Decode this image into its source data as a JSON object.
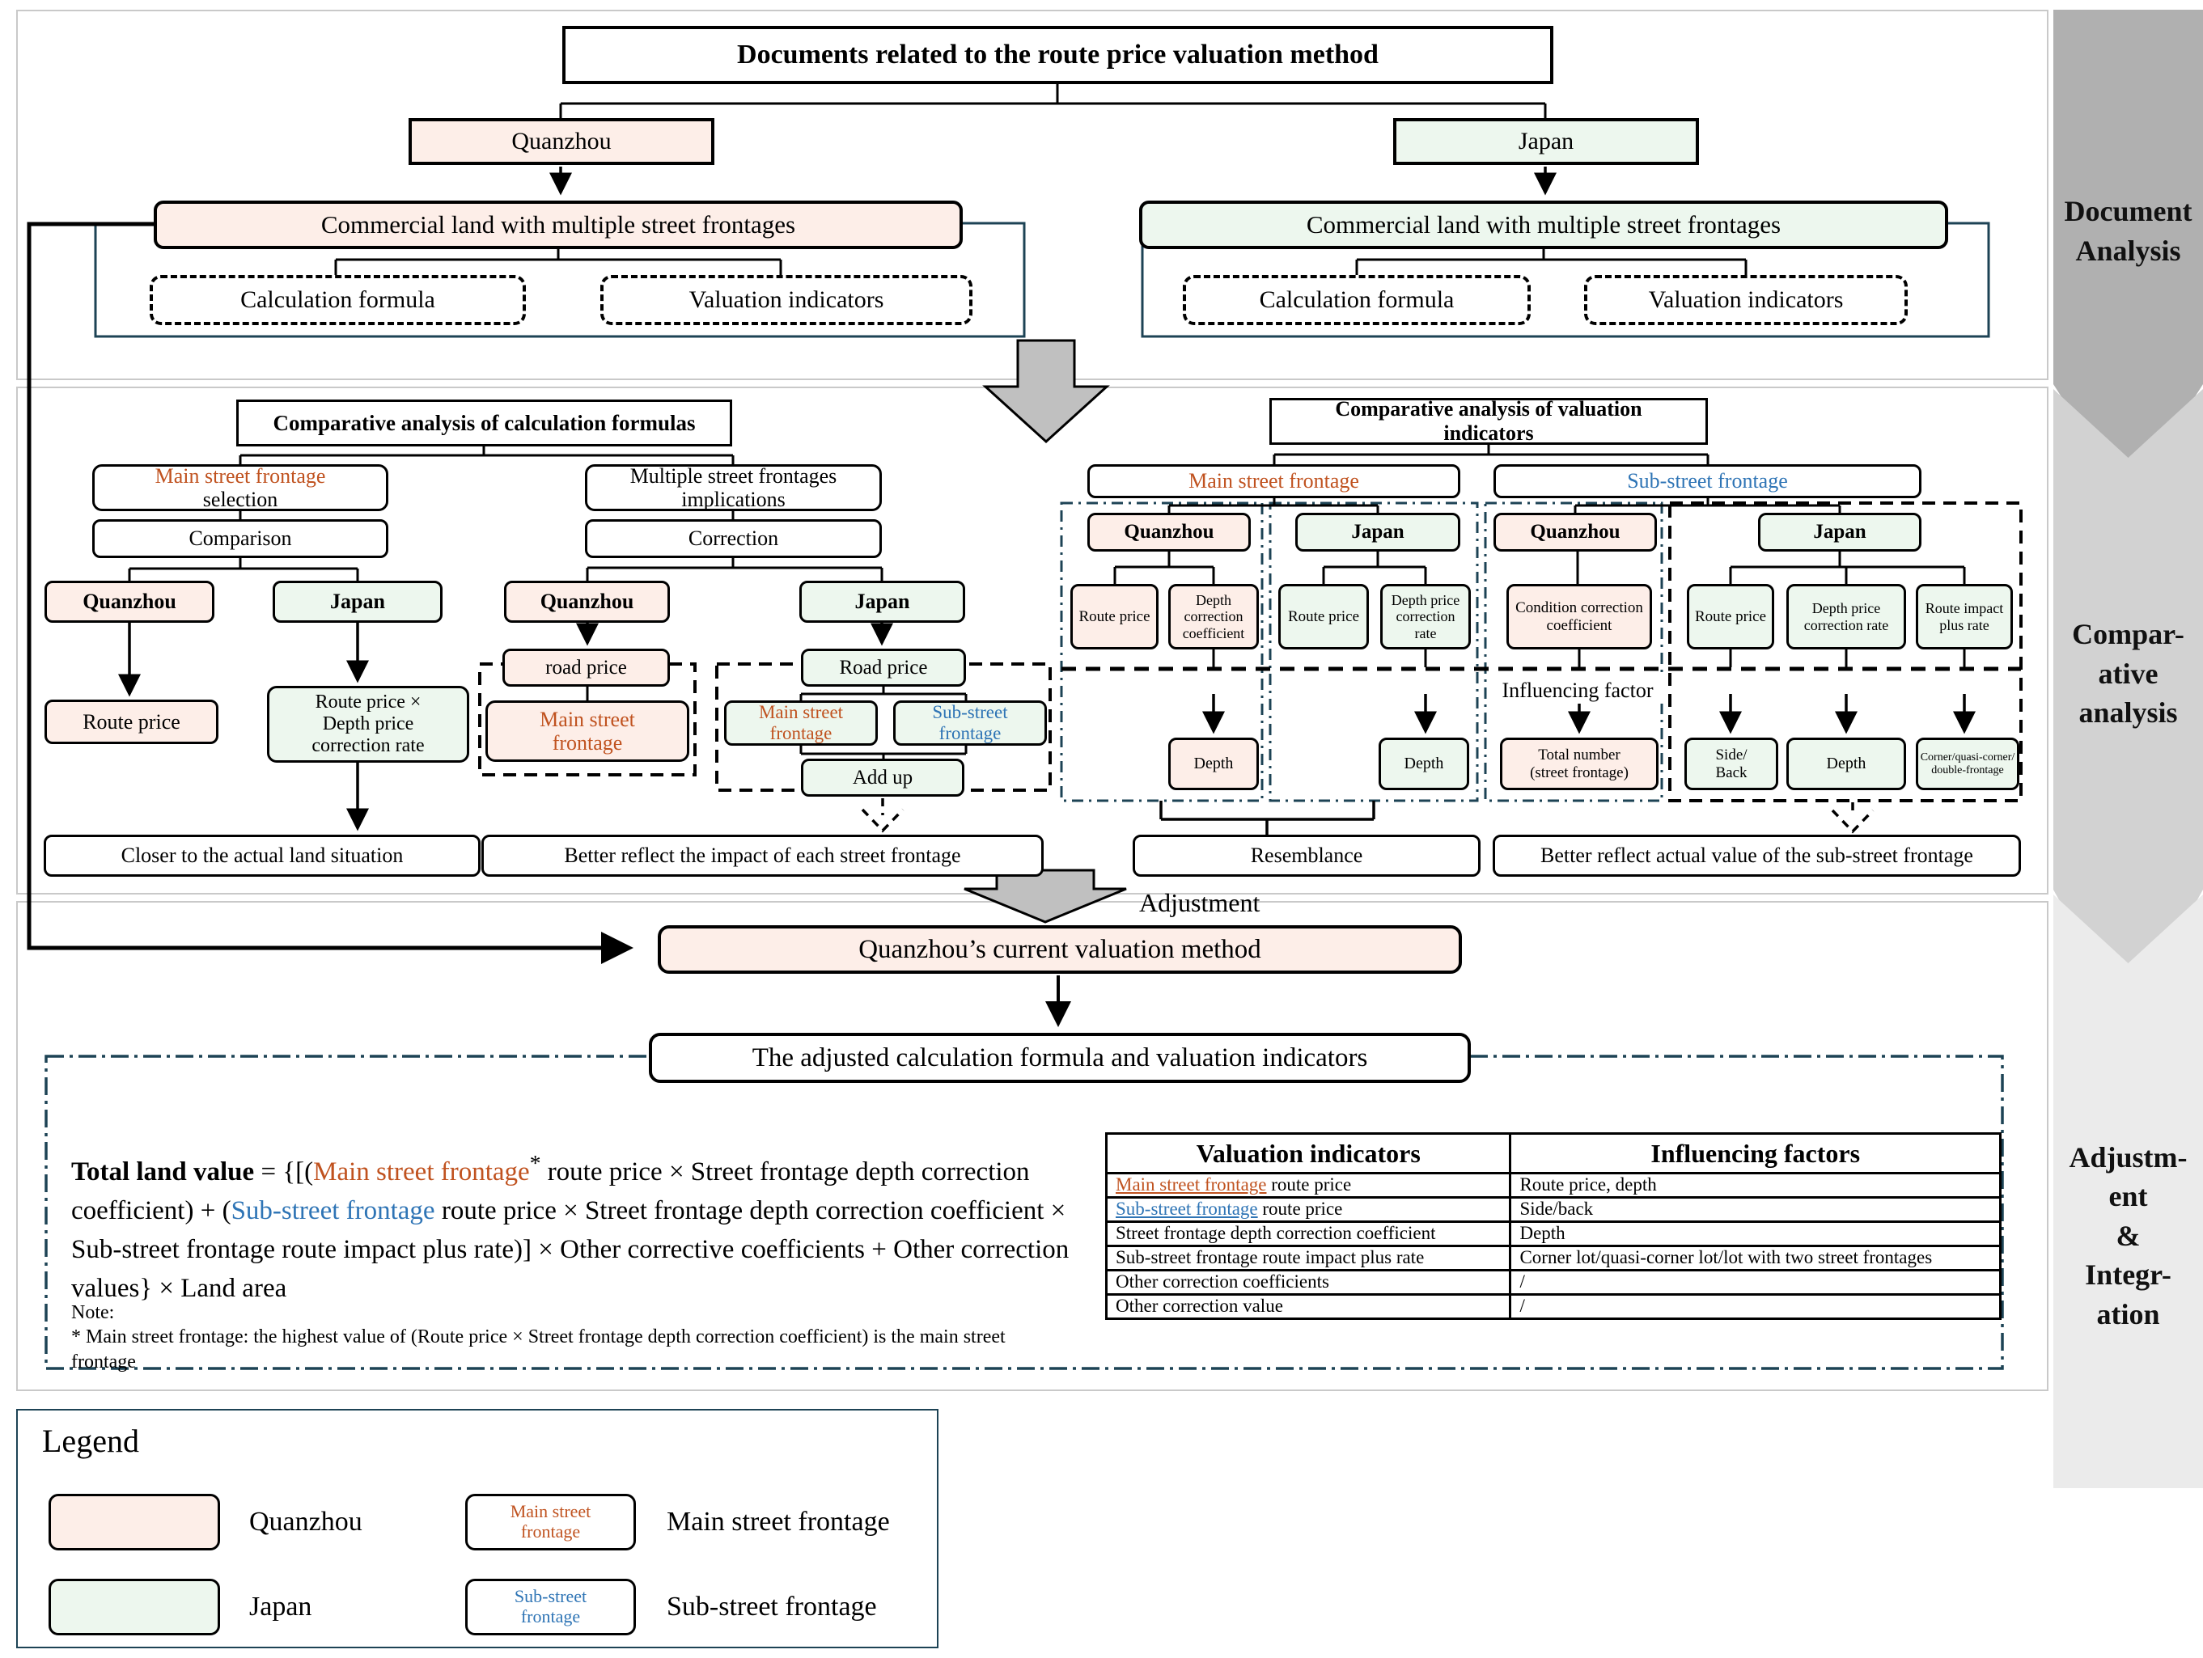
{
  "colors": {
    "quanzhou_fill": "#fdeee8",
    "japan_fill": "#edf7ee",
    "main_street_orange": "#c0521f",
    "sub_street_blue": "#2e74b5",
    "container_teal": "#1d4355",
    "banner_dark": "#b0b0b0",
    "banner_mid": "#d2d2d2",
    "banner_light": "#ebebeb",
    "block_arrow_gray": "#c0c0c0"
  },
  "banners": {
    "doc": "Document\nAnalysis",
    "comp": "Compar-\native\nanalysis",
    "adj": "Adjustm-\nent\n&\nIntegr-\nation"
  },
  "doc": {
    "title": "Documents related to the route price valuation method",
    "quanzhou": "Quanzhou",
    "japan": "Japan",
    "left": {
      "commercial": "Commercial land with multiple street frontages",
      "calc": "Calculation formula",
      "val": "Valuation indicators"
    },
    "right": {
      "commercial": "Commercial land with multiple street frontages",
      "calc": "Calculation formula",
      "val": "Valuation indicators"
    }
  },
  "comp": {
    "left": {
      "header": "Comparative analysis of calculation formulas",
      "sel_line1": "Main street frontage",
      "sel_line2": "selection",
      "comparison": "Comparison",
      "implications": "Multiple street frontages\nimplications",
      "correction": "Correction",
      "quanzhou1": "Quanzhou",
      "japan1": "Japan",
      "route_price": "Route price",
      "japan_formula": "Route price ×\nDepth price\ncorrection rate",
      "closer": "Closer to the actual land situation",
      "quanzhou2": "Quanzhou",
      "japan2": "Japan",
      "road_price_q": "road price",
      "msf_q": "Main street frontage",
      "road_price_j": "Road price",
      "msf_j": "Main street\nfrontage",
      "ssf_j": "Sub-street\nfrontage",
      "add_up": "Add up",
      "better": "Better reflect the impact of each street frontage"
    },
    "right": {
      "header": "Comparative analysis of valuation\nindicators",
      "msf": "Main street frontage",
      "ssf": "Sub-street frontage",
      "g1": {
        "country": "Quanzhou",
        "items": [
          "Route price",
          "Depth\ncorrection\ncoefficient"
        ],
        "factor": "Depth"
      },
      "g2": {
        "country": "Japan",
        "items": [
          "Route price",
          "Depth price\ncorrection\nrate"
        ],
        "factor": "Depth"
      },
      "g3": {
        "country": "Quanzhou",
        "items": [
          "Condition correction\ncoefficient"
        ],
        "factor": "Total number\n(street frontage)"
      },
      "g4": {
        "country": "Japan",
        "items": [
          "Route price",
          "Depth price\ncorrection rate",
          "Route impact\nplus rate"
        ],
        "factors": [
          "Side/\nBack",
          "Depth",
          "Corner/quasi-corner/\ndouble-frontage"
        ]
      },
      "influencing": "Influencing factor",
      "resemblance": "Resemblance",
      "better_sub": "Better reflect actual value of the sub-street frontage"
    }
  },
  "adjust": {
    "label": "Adjustment",
    "current": "Quanzhou’s current valuation method",
    "adjusted": "The adjusted calculation formula and valuation indicators",
    "formula": {
      "lead": "Total land value",
      "eq": " = {[(",
      "main": "Main street frontage",
      "star": "*",
      "seg1": " route price × Street frontage depth correction coefficient) + (",
      "sub": "Sub-street frontage",
      "seg2": " route price × Street frontage depth correction coefficient × Sub-street frontage route impact plus rate)] × Other corrective coefficients + Other correction values} × Land area"
    },
    "note_label": "Note:",
    "note": "* Main street frontage: the highest value of (Route price × Street frontage depth correction coefficient) is the main street frontage",
    "table": {
      "h1": "Valuation indicators",
      "h2": "Influencing factors",
      "rows": [
        {
          "i_colored": "Main street frontage",
          "i_rest": " route price",
          "f": "Route price, depth"
        },
        {
          "i_colored": "Sub-street frontage",
          "i_rest": " route price",
          "f": "Side/back"
        },
        {
          "i_colored": "",
          "i_rest": "Street frontage depth correction coefficient",
          "f": "Depth"
        },
        {
          "i_colored": "",
          "i_rest": "Sub-street frontage route impact plus rate",
          "f": "Corner lot/quasi-corner lot/lot with two street frontages"
        },
        {
          "i_colored": "",
          "i_rest": "Other correction coefficients",
          "f": "/"
        },
        {
          "i_colored": "",
          "i_rest": "Other correction value",
          "f": "/"
        }
      ]
    }
  },
  "legend": {
    "title": "Legend",
    "quanzhou": "Quanzhou",
    "japan": "Japan",
    "msf_box": "Main street\nfrontage",
    "msf_label": "Main street frontage",
    "ssf_box": "Sub-street\nfrontage",
    "ssf_label": "Sub-street frontage"
  }
}
